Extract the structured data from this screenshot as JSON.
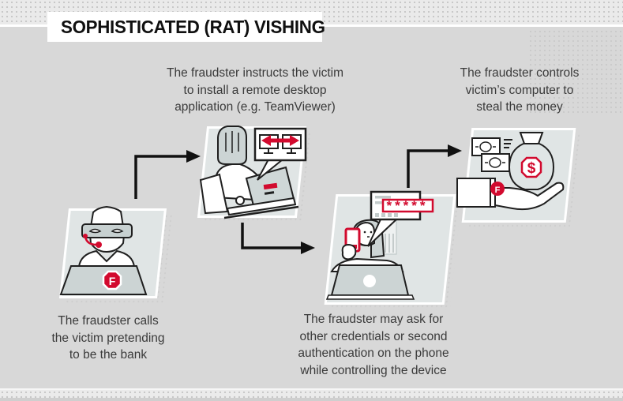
{
  "header": {
    "title": "SOPHISTICATED (RAT) VISHING"
  },
  "colors": {
    "background": "#d8d8d8",
    "band": "#eaeaea",
    "panel_fill": "#e0e5e5",
    "panel_border": "#ffffff",
    "accent_red": "#d20a2e",
    "line": "#1f1f1f",
    "illustration_gray": "#ccd4d4",
    "body_text": "#3a3a3a",
    "title_text": "#101010"
  },
  "steps": [
    {
      "id": 1,
      "icon": "fraudster-with-headset-laptop-icon",
      "label": "The fraudster calls\nthe victim pretending\nto be the bank"
    },
    {
      "id": 2,
      "icon": "victim-installing-remote-desktop-icon",
      "label": "The fraudster instructs the victim\nto install a remote desktop\napplication (e.g. TeamViewer)"
    },
    {
      "id": 3,
      "icon": "victim-on-phone-sharing-password-icon",
      "label": "The fraudster may ask for\nother credentials or second\nauthentication on the phone\nwhile controlling the device"
    },
    {
      "id": 4,
      "icon": "hand-stealing-money-bag-icon",
      "label": "The fraudster controls\nvictim’s computer to\nsteal the money"
    }
  ],
  "illustrations": {
    "fraudster_badge_letter": "F",
    "sleeve_badge_letter": "F",
    "money_bag_symbol": "$",
    "password_mask": "*****"
  }
}
